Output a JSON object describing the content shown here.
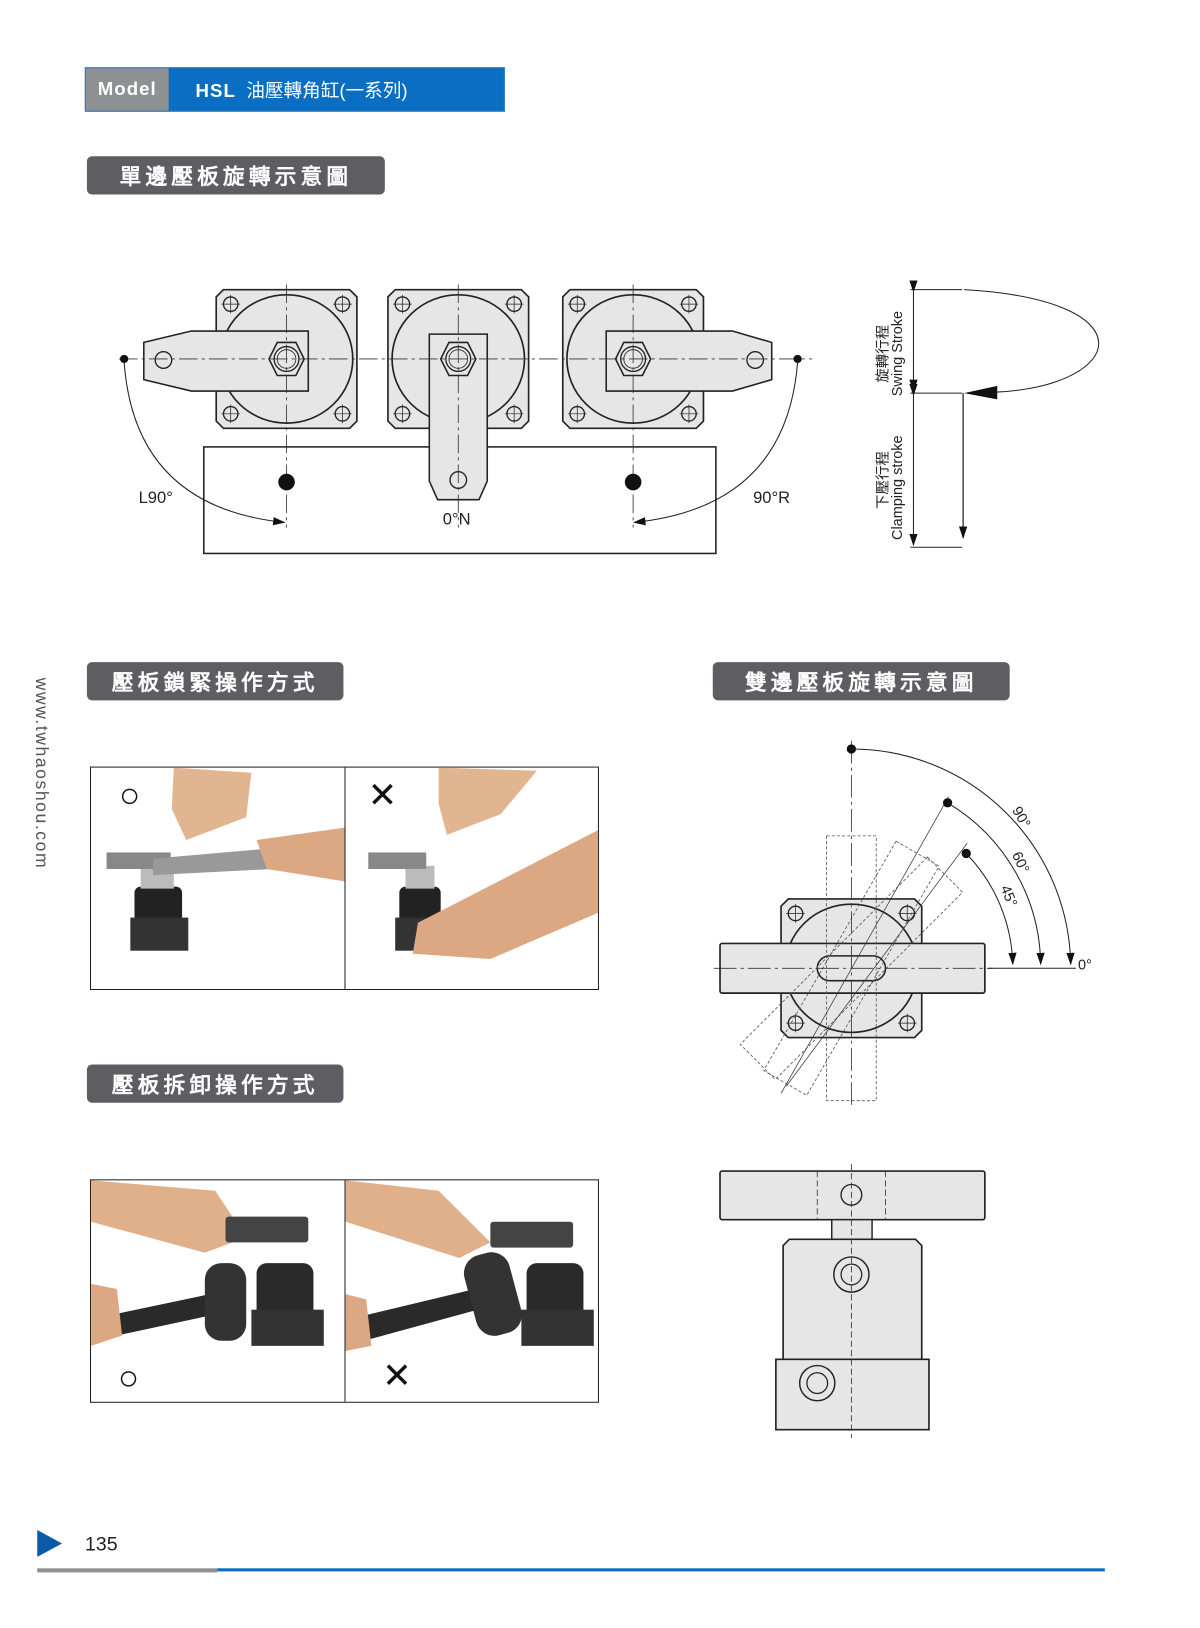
{
  "header": {
    "model_label": "Model",
    "model_code": "HSL",
    "title": "油壓轉角缸(一系列)"
  },
  "sections": {
    "single_swing": "單邊壓板旋轉示意圖",
    "lock_method": "壓板鎖緊操作方式",
    "double_swing": "雙邊壓板旋轉示意圖",
    "remove_method": "壓板拆卸操作方式"
  },
  "single_diagram": {
    "left_label": "L90°",
    "center_label": "0°N",
    "right_label": "90°R"
  },
  "stroke_diagram": {
    "swing_cn": "旋轉行程",
    "swing_en": "Swing Stroke",
    "clamp_cn": "下壓行程",
    "clamp_en": "Clamping stroke"
  },
  "double_diagram": {
    "angles": [
      "90°",
      "60°",
      "45°",
      "0°"
    ]
  },
  "lock_photos": {
    "correct_mark": "○",
    "wrong_mark": "✕"
  },
  "remove_photos": {
    "correct_mark": "○",
    "wrong_mark": "✕"
  },
  "side_url": "www.twhaoshou.com",
  "footer": {
    "page_number": "135"
  },
  "colors": {
    "brand_blue": "#0a6fc2",
    "label_gray": "#5d5d62",
    "part_fill": "#e6e6e6"
  }
}
